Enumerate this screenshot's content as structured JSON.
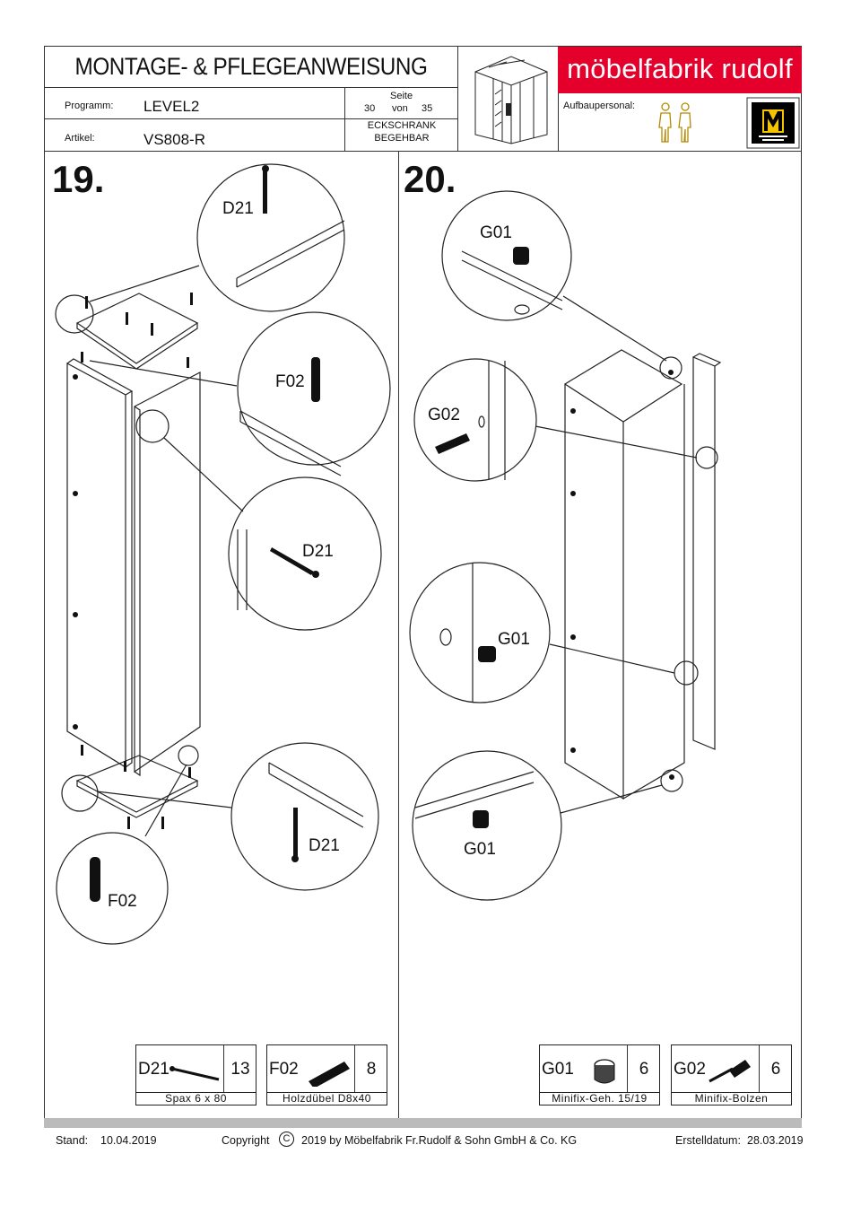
{
  "header": {
    "title": "MONTAGE- & PFLEGEANWEISUNG",
    "programm_label": "Programm:",
    "programm_value": "LEVEL2",
    "artikel_label": "Artikel:",
    "artikel_value": "VS808-R",
    "seite_label": "Seite",
    "page_current": "30",
    "page_von": "von",
    "page_total": "35",
    "product_line1": "ECKSCHRANK",
    "product_line2": "BEGEHBAR",
    "brand": "möbelfabrik rudolf",
    "personal_label": "Aufbaupersonal:"
  },
  "steps": [
    {
      "number": "19.",
      "callouts": [
        "D21",
        "F02",
        "D21",
        "D21",
        "F02"
      ]
    },
    {
      "number": "20.",
      "callouts": [
        "G01",
        "G02",
        "G01",
        "G01"
      ]
    }
  ],
  "parts": [
    {
      "code": "D21",
      "qty": "13",
      "desc": "Spax  6 x 80"
    },
    {
      "code": "F02",
      "qty": "8",
      "desc": "Holzdübel D8x40"
    },
    {
      "code": "G01",
      "qty": "6",
      "desc": "Minifix-Geh. 15/19"
    },
    {
      "code": "G02",
      "qty": "6",
      "desc": "Minifix-Bolzen"
    }
  ],
  "footer": {
    "stand_label": "Stand:",
    "stand_date": "10.04.2019",
    "copyright_label": "Copyright",
    "copyright_symbol": "C",
    "copyright_text": "2019  by Möbelfabrik Fr.Rudolf & Sohn GmbH & Co. KG",
    "erstell_label": "Erstelldatum:",
    "erstell_date": "28.03.2019"
  }
}
